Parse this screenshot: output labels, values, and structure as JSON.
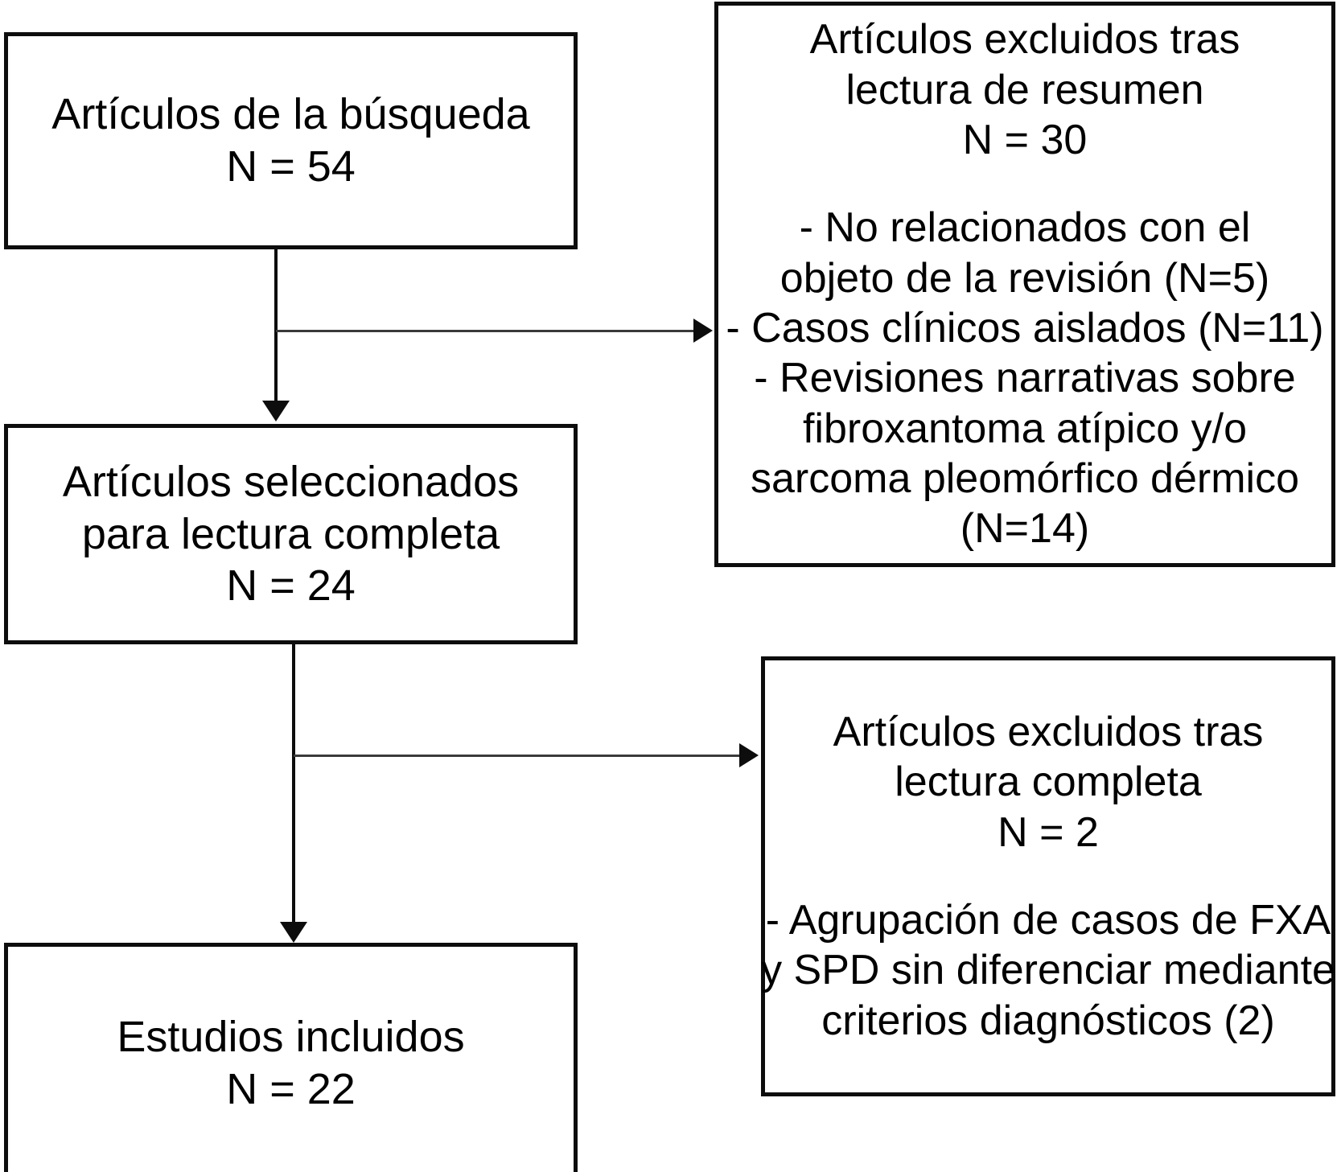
{
  "diagram": {
    "title": "Diagrama de flujo de seleccion de articulos",
    "colors": {
      "box_border": "#0d0d0d",
      "connector": "#3a3a3a",
      "background": "#ffffff",
      "text": "#000000"
    },
    "nodes": {
      "search": {
        "label": "Artículos de la búsqueda",
        "count_label": "N = 54",
        "n": 54
      },
      "selected": {
        "label_line1": "Artículos seleccionados",
        "label_line2": "para lectura completa",
        "count_label": "N = 24",
        "n": 24
      },
      "included": {
        "label": "Estudios incluidos",
        "count_label": "N = 22",
        "n": 22
      },
      "excluded_abstract": {
        "label_line1": "Artículos excluidos tras",
        "label_line2": "lectura de resumen",
        "count_label": "N = 30",
        "n": 30,
        "reasons": [
          {
            "line1": "- No relacionados con el",
            "line2": "objeto de la revisión (N=5)",
            "n": 5
          },
          {
            "line1": "- Casos clínicos aislados (N=11)",
            "line2": "",
            "n": 11
          },
          {
            "line1": "- Revisiones narrativas sobre",
            "line2": "fibroxantoma atípico y/o",
            "line3": "sarcoma pleomórfico dérmico",
            "line4": "(N=14)",
            "n": 14
          }
        ]
      },
      "excluded_full": {
        "label_line1": "Artículos excluidos tras",
        "label_line2": "lectura completa",
        "count_label": "N = 2",
        "n": 2,
        "reasons": [
          {
            "line1": "- Agrupación de casos de FXA",
            "line2": "y SPD sin diferenciar mediante",
            "line3": "criterios diagnósticos (2)",
            "n": 2
          }
        ]
      }
    }
  }
}
